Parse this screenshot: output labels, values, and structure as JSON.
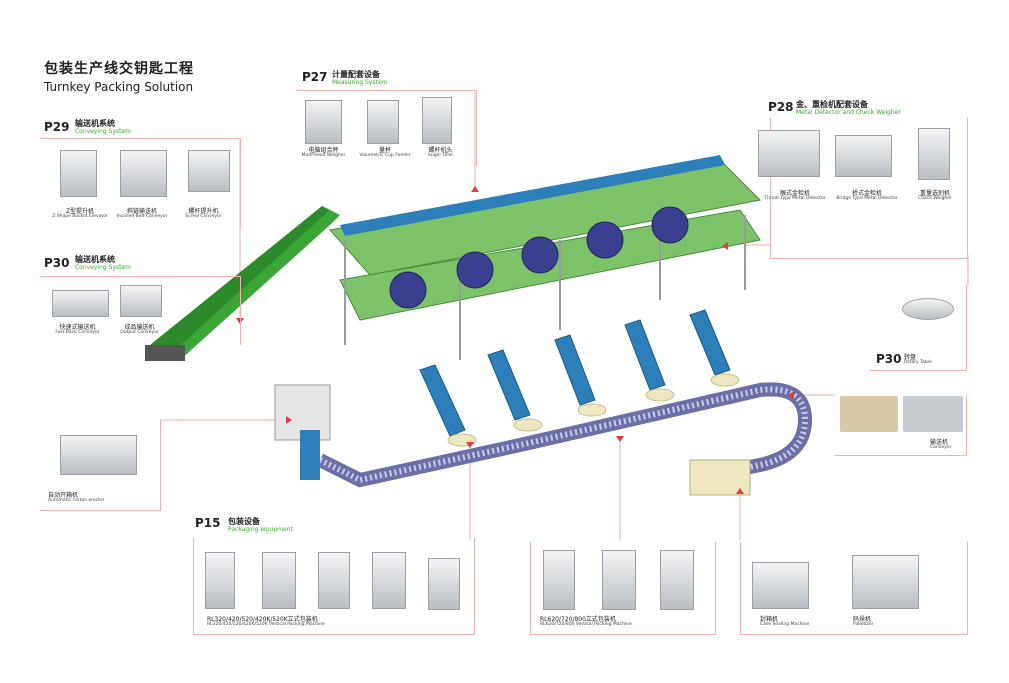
{
  "title_cn": "包装生产线交钥匙工程",
  "title_en": "Turnkey Packing Solution",
  "sections": {
    "p27": {
      "page": "P27",
      "cn": "计量配套设备",
      "en": "Measuring System",
      "items": [
        {
          "cn": "电脑组合秤",
          "en": "Multi-head Weigher"
        },
        {
          "cn": "量杯",
          "en": "Volumetric Cup Feeder"
        },
        {
          "cn": "螺杆机头",
          "en": "Auger Filler"
        }
      ]
    },
    "p28": {
      "page": "P28",
      "cn": "金、重检机配套设备",
      "en": "Metal Detector and Check Weigher",
      "items": [
        {
          "cn": "喉式金检机",
          "en": "Throat Type Metal Detector"
        },
        {
          "cn": "桥式金检机",
          "en": "Bridge Type Metal Detector"
        },
        {
          "cn": "重量选别机",
          "en": "Check Weigher"
        }
      ]
    },
    "p29": {
      "page": "P29",
      "cn": "输送机系统",
      "en": "Conveying System",
      "items": [
        {
          "cn": "Z型提升机",
          "en": "Z Shape Bucket Elevator"
        },
        {
          "cn": "斜链输送机",
          "en": "Inclined Belt Conveyor"
        },
        {
          "cn": "螺杆提升机",
          "en": "Screw Conveyor"
        }
      ]
    },
    "p30a": {
      "page": "P30",
      "cn": "输送机系统",
      "en": "Conveying System",
      "items": [
        {
          "cn": "快速式输送机",
          "en": "Fast Back Conveyor"
        },
        {
          "cn": "成品输送机",
          "en": "Output Conveyor"
        }
      ]
    },
    "p30b": {
      "page": "P30",
      "cn": "转盘",
      "en": "Rotary Table"
    },
    "conveyor": {
      "cn": "输送机",
      "en": "Conveyor"
    },
    "carton": {
      "cn": "自动开箱机",
      "en": "Automatic carton erector"
    },
    "p15": {
      "page": "P15",
      "cn": "包装设备",
      "en": "Packaging equipment",
      "group1": {
        "cn": "RL320/420/520/420K/520K立式包装机",
        "en": "RL320/420/520/420K/520K Vertical Packing Machine"
      },
      "group2": {
        "cn": "RL620/720/800立式包装机",
        "en": "RL620/720/800 Vertical Packing Machine"
      }
    },
    "case": {
      "cn": "封箱机",
      "en": "Case Sealing Machine"
    },
    "pallet": {
      "cn": "码垛机",
      "en": "Palletizer"
    }
  },
  "colors": {
    "green": "#3aa635",
    "accent": "#e23b3b",
    "frame": "#f2b0b0",
    "blue": "#2c7fb8",
    "platform": "#7cc36a"
  }
}
